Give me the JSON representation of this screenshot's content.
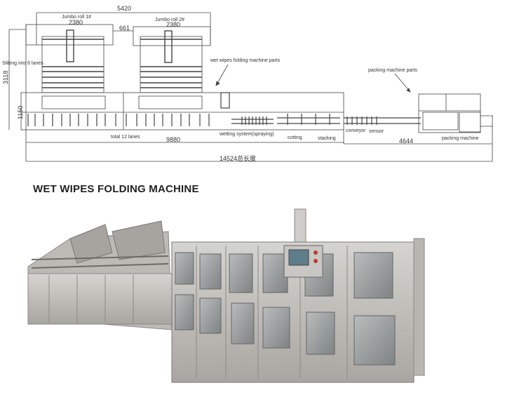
{
  "drawing": {
    "dim_total_width_top": "5420",
    "jumbo_roll_1": "Jumbo roll 1#",
    "jumbo_roll_1_width": "2380",
    "jumbo_roll_2": "Jumbo roll 2#",
    "jumbo_roll_2_width": "2380",
    "gap": "661",
    "height_total": "3118",
    "height_base": "1150",
    "slitting": "Slitting into 6 lanes",
    "folding_parts": "wet wipes folding machine parts",
    "packing_parts": "packing machine parts",
    "total_lanes": "total 12 lanes",
    "wetting": "wetting system(spraying)",
    "cutting": "cutting",
    "stacking": "stacking",
    "conveyor": "conveyor",
    "sensor": "sensor",
    "packing_machine": "packing machine",
    "len_folding": "9880",
    "len_packing": "4644",
    "len_total": "14524总长度"
  },
  "title": "WET WIPES FOLDING MACHINE"
}
